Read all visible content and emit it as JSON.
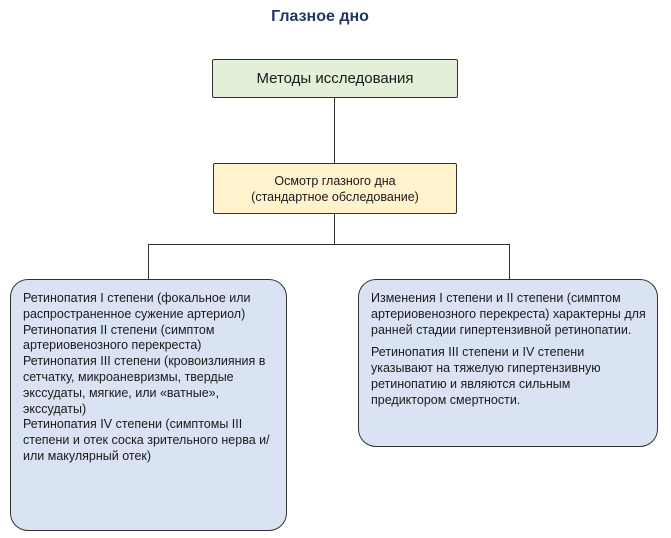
{
  "title": "Глазное дно",
  "methods_box": {
    "label": "Методы исследования"
  },
  "fundus_box": {
    "line1": "Осмотр глазного дна",
    "line2": "(стандартное обследование)"
  },
  "left_box": {
    "items": [
      "Ретинопатия I степени (фокальное или распространенное сужение артериол)",
      "Ретинопатия II степени (симптом артериовенозного перекреста)",
      "Ретинопатия III степени (кровоизлияния в сетчатку, микроаневризмы, твердые экссудаты, мягкие, или «ватные», экссудаты)",
      "Ретинопатия IV степени (симптомы III степени и отек соска зрительного нерва и/или макулярный отек)"
    ]
  },
  "right_box": {
    "paragraph1": "Изменения I степени и II степени (симптом артериовенозного перекреста) характерны для ранней стадии гипертензивной ретинопатии.",
    "paragraph2": "Ретинопатия III степени и IV степени указывают на тяжелую гипертензивную ретинопатию и являются сильным предиктором смертности."
  }
}
